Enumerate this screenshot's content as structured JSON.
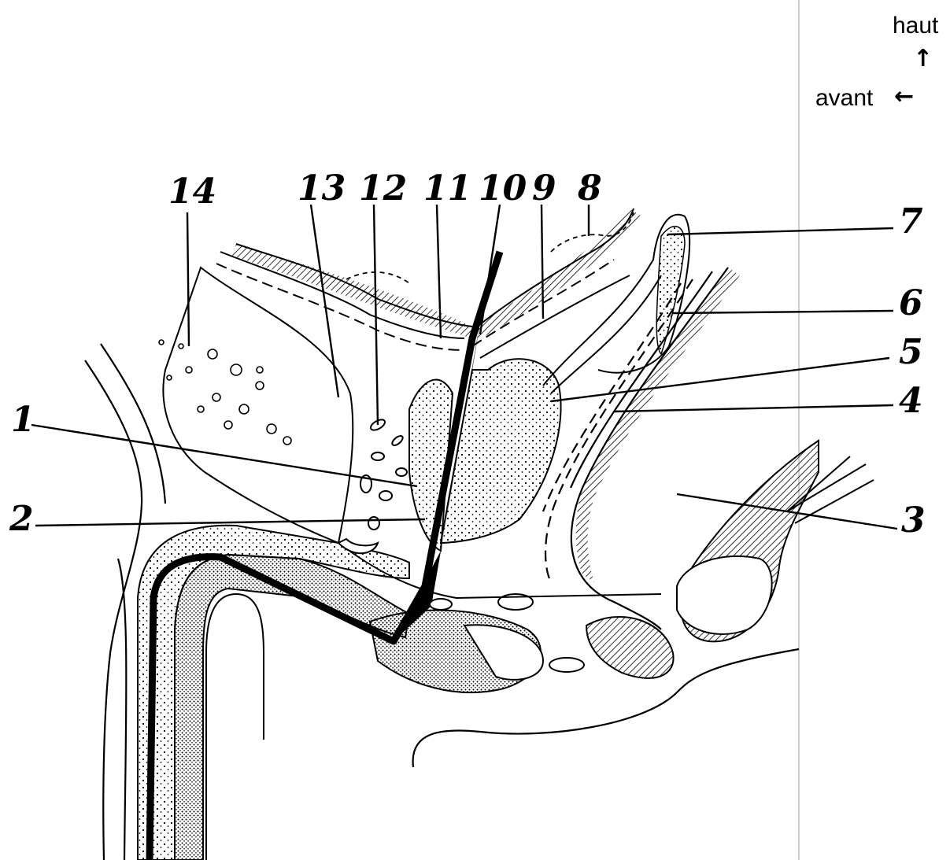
{
  "orientation": {
    "up_label": "haut",
    "up_arrow": "↑",
    "front_label": "avant",
    "front_arrow": "←"
  },
  "labels": [
    "1",
    "2",
    "3",
    "4",
    "5",
    "6",
    "7",
    "8",
    "9",
    "10",
    "11",
    "12",
    "13",
    "14"
  ],
  "style": {
    "ink": "#000000",
    "paper": "#ffffff"
  }
}
